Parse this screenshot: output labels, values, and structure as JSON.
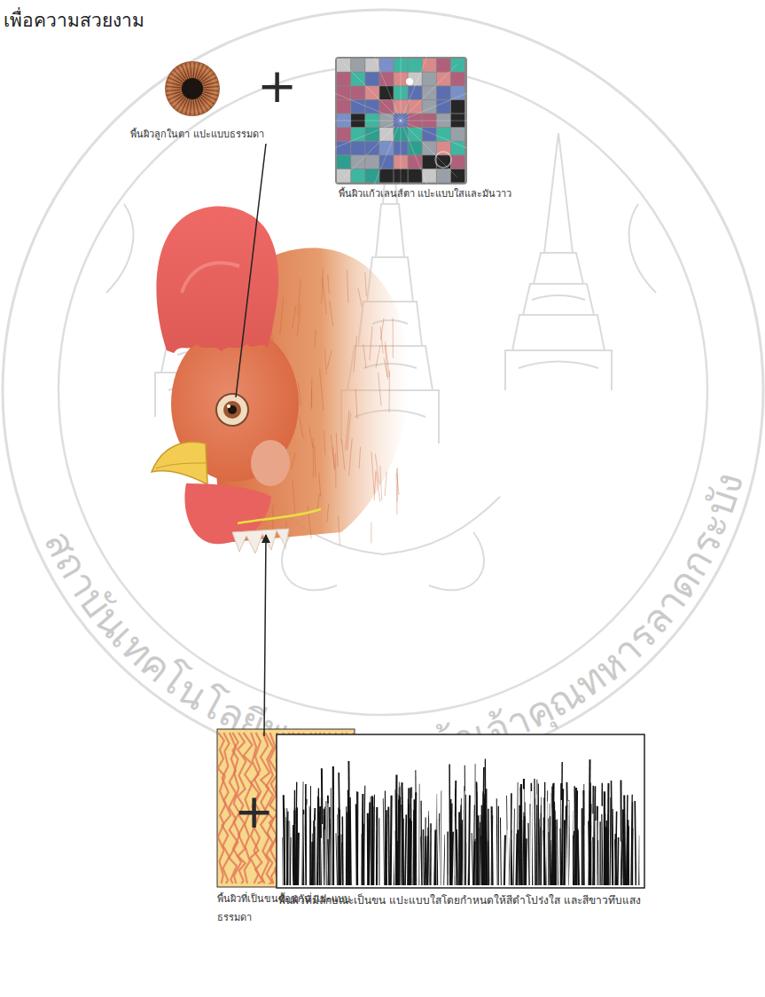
{
  "diagram": {
    "title": "เพื่อความสวยงาม",
    "nodes": [
      {
        "text": [
          "พื้นผิวลูกในตา แปะแบบธรรมดา"
        ]
      },
      {
        "text": [
          "พื้นผิวแก้วเลนส์ตา แปะแบบใสและมันวาว"
        ]
      },
      {
        "text": [
          "พื้นผิวที่เป็นขนซ้อนกัน แปะแบบธรรมดา"
        ]
      },
      {
        "text": [
          "พื้นผิวที่มีลักษณะเป็นขน แปะแบบใสโดยกำหนดให้สีดำโปร่งใส และสีขาวทึบแสง"
        ]
      }
    ],
    "labels": [
      "+",
      "+",
      "สถาบันเทคโนโลยีพระจอมเกล้าเจ้าคุณทหารลาดกระบัง"
    ]
  }
}
